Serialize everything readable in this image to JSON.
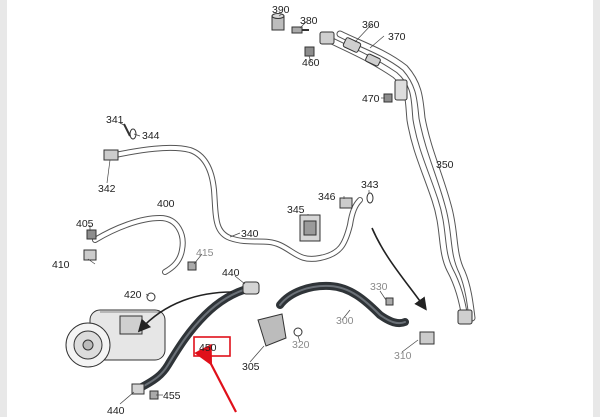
{
  "diagram": {
    "callouts": [
      "390",
      "380",
      "360",
      "370",
      "460",
      "470",
      "350",
      "341",
      "344",
      "342",
      "400",
      "405",
      "410",
      "415",
      "346",
      "343",
      "345",
      "340",
      "420",
      "440",
      "330",
      "300",
      "320",
      "450",
      "305",
      "310",
      "455",
      "440"
    ],
    "highlighted_callout": "450",
    "colors": {
      "line": "#333333",
      "hose_dark": "#3a3f44",
      "part_grey": "#b8b8b8",
      "callout_text": "#222222",
      "callout_text_muted": "#8a8a8a",
      "highlight_red": "#e0101a",
      "background": "#ffffff",
      "frame_edge": "#e8e8e8"
    }
  }
}
